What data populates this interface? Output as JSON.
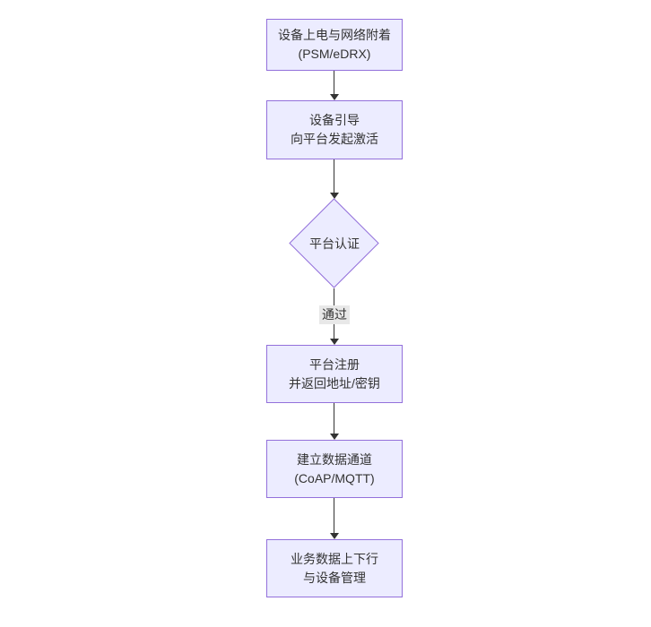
{
  "colors": {
    "canvas_bg": "#ffffff",
    "node_fill": "#ececff",
    "node_border": "#9370db",
    "node_text": "#333333",
    "edge_color": "#333333",
    "edge_label_bg": "#e8e8e8",
    "edge_label_text": "#333333"
  },
  "flowchart": {
    "direction": "top-down",
    "nodes": [
      {
        "id": "power-attach",
        "shape": "rect",
        "lines": [
          "设备上电与网络附着",
          "(PSM/eDRX)"
        ]
      },
      {
        "id": "bootstrap",
        "shape": "rect",
        "lines": [
          "设备引导",
          "向平台发起激活"
        ]
      },
      {
        "id": "platform-auth",
        "shape": "diamond",
        "lines": [
          "平台认证"
        ]
      },
      {
        "id": "platform-register",
        "shape": "rect",
        "lines": [
          "平台注册",
          "并返回地址/密钥"
        ]
      },
      {
        "id": "data-channel",
        "shape": "rect",
        "lines": [
          "建立数据通道",
          "(CoAP/MQTT)"
        ]
      },
      {
        "id": "business-data",
        "shape": "rect",
        "lines": [
          "业务数据上下行",
          "与设备管理"
        ]
      }
    ],
    "edges": [
      {
        "from": "power-attach",
        "to": "bootstrap",
        "label": ""
      },
      {
        "from": "bootstrap",
        "to": "platform-auth",
        "label": ""
      },
      {
        "from": "platform-auth",
        "to": "platform-register",
        "label": "通过"
      },
      {
        "from": "platform-register",
        "to": "data-channel",
        "label": ""
      },
      {
        "from": "data-channel",
        "to": "business-data",
        "label": ""
      }
    ]
  }
}
